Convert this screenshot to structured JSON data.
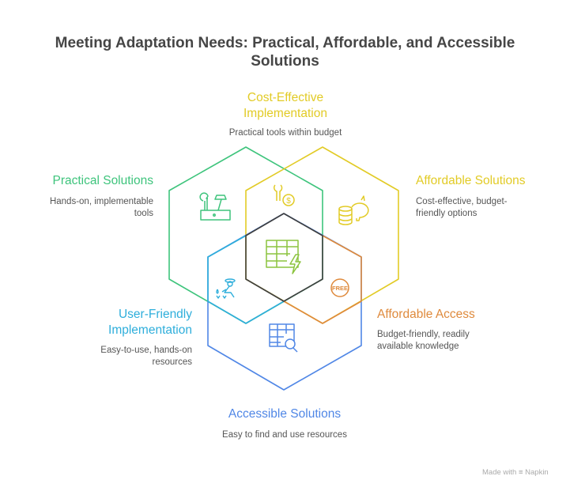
{
  "title": {
    "line1": "Meeting Adaptation Needs: Practical, Affordable, and Accessible",
    "line2": "Solutions"
  },
  "colors": {
    "green": "#3ec47c",
    "yellow": "#e2cb26",
    "orange": "#df8a3c",
    "cyan": "#2eaedb",
    "blue": "#5087e6",
    "center": "#3f3f3f"
  },
  "sections": {
    "cost_effective": {
      "title1": "Cost-Effective",
      "title2": "Implementation",
      "desc": "Practical tools within budget",
      "icon": "wrench-coin-icon"
    },
    "practical": {
      "title": "Practical Solutions",
      "desc1": "Hands-on, implementable",
      "desc2": "tools",
      "icon": "toolbox-icon"
    },
    "affordable": {
      "title": "Affordable Solutions",
      "desc1": "Cost-effective, budget-",
      "desc2": "friendly options",
      "icon": "piggy-bank-icon"
    },
    "user_friendly": {
      "title1": "User-Friendly",
      "title2": "Implementation",
      "desc1": "Easy-to-use, hands-on",
      "desc2": "resources",
      "icon": "gardener-icon"
    },
    "affordable_access": {
      "title": "Affordable Access",
      "desc1": "Budget-friendly, readily",
      "desc2": "available knowledge",
      "icon": "free-badge-icon",
      "badge": "FREE"
    },
    "accessible": {
      "title": "Accessible Solutions",
      "desc": "Easy to find and use resources",
      "icon": "table-search-icon"
    },
    "center": {
      "icon": "table-lightning-icon"
    }
  },
  "footer": {
    "made_with": "Made with",
    "brand": "Napkin"
  }
}
